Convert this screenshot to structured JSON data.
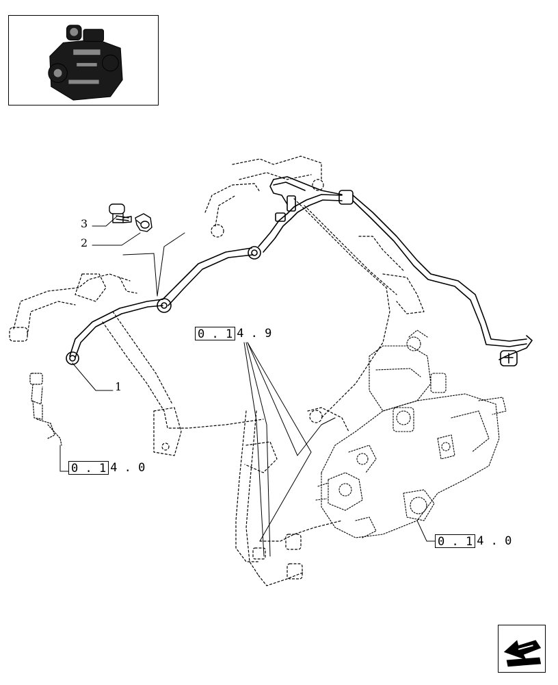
{
  "callouts": {
    "item_1": "1",
    "item_2": "2",
    "item_3": "3"
  },
  "references": [
    {
      "boxed": "0 . 1",
      "rest": "4 . 9"
    },
    {
      "boxed": "0 . 1",
      "rest": "4 . 0"
    },
    {
      "boxed": "0 . 1",
      "rest": "4 . 0"
    }
  ],
  "icons": {
    "thumbnail": "engine-thumbnail-icon",
    "navigation": "previous-page-arrow-icon"
  }
}
